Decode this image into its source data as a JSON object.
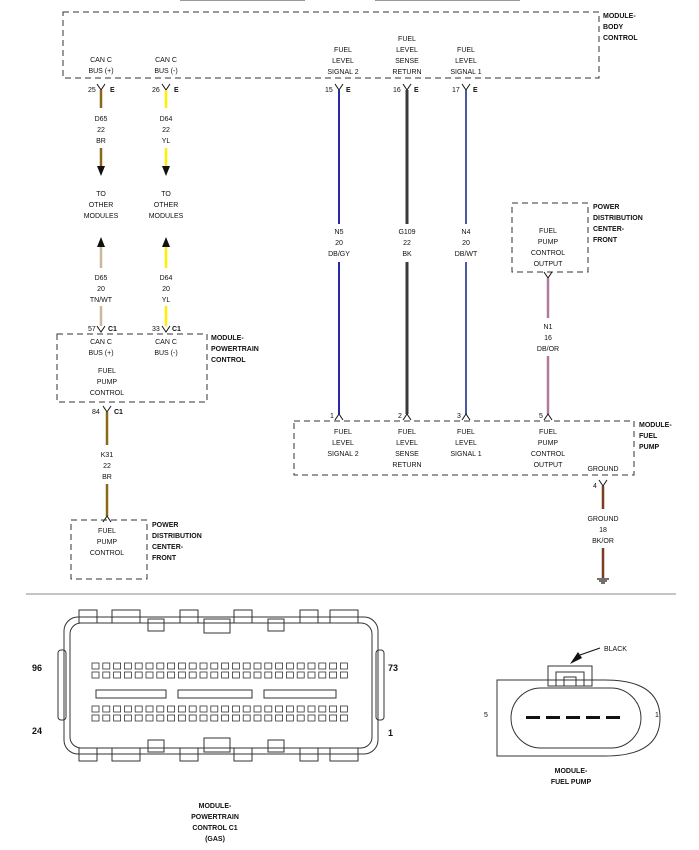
{
  "colors": {
    "brown": "#8b6914",
    "yellow": "#ffee00",
    "tan": "#c9b99b",
    "blue": "#2a2aa8",
    "black": "#3a3a3a",
    "darkblue": "#4a5aa0",
    "darkpink": "#b07aa0",
    "bkor": "#7a3d20"
  },
  "modules": {
    "body_control": [
      "MODULE-",
      "BODY",
      "CONTROL"
    ],
    "powertrain_control": [
      "MODULE-",
      "POWERTRAIN",
      "CONTROL"
    ],
    "pdc_top": [
      "POWER",
      "DISTRIBUTION",
      "CENTER-",
      "FRONT"
    ],
    "pdc_bottom": [
      "POWER",
      "DISTRIBUTION",
      "CENTER-",
      "FRONT"
    ],
    "fuel_pump": [
      "MODULE-",
      "FUEL",
      "PUMP"
    ]
  },
  "bcm_pins": [
    {
      "lines": [
        "CAN C",
        "BUS (+)"
      ],
      "pin": "25",
      "conn": "E"
    },
    {
      "lines": [
        "CAN C",
        "BUS (-)"
      ],
      "pin": "26",
      "conn": "E"
    },
    {
      "lines": [
        "FUEL",
        "LEVEL",
        "SIGNAL 2"
      ],
      "pin": "15",
      "conn": "E"
    },
    {
      "lines": [
        "FUEL",
        "LEVEL",
        "SENSE",
        "RETURN"
      ],
      "pin": "16",
      "conn": "E"
    },
    {
      "lines": [
        "FUEL",
        "LEVEL",
        "SIGNAL 1"
      ],
      "pin": "17",
      "conn": "E"
    }
  ],
  "wires_top": [
    {
      "lines": [
        "D65",
        "22",
        "BR"
      ]
    },
    {
      "lines": [
        "D64",
        "22",
        "YL"
      ]
    }
  ],
  "to_other": [
    "TO",
    "OTHER",
    "MODULES"
  ],
  "wires_mid": [
    {
      "lines": [
        "D65",
        "20",
        "TN/WT"
      ]
    },
    {
      "lines": [
        "D64",
        "20",
        "YL"
      ]
    }
  ],
  "pcm_pins": [
    {
      "lines": [
        "CAN C",
        "BUS (+)"
      ],
      "pin": "57",
      "conn": "C1"
    },
    {
      "lines": [
        "CAN C",
        "BUS (-)"
      ],
      "pin": "33",
      "conn": "C1"
    }
  ],
  "pcm_fp_control": [
    "FUEL",
    "PUMP",
    "CONTROL"
  ],
  "pcm_fp_pin": {
    "pin": "84",
    "conn": "C1"
  },
  "wire_k31": [
    "K31",
    "22",
    "BR"
  ],
  "pdc_bottom_inner": [
    "FUEL",
    "PUMP",
    "CONTROL"
  ],
  "wires_fuel": [
    {
      "lines": [
        "N5",
        "20",
        "DB/GY"
      ]
    },
    {
      "lines": [
        "G109",
        "22",
        "BK"
      ]
    },
    {
      "lines": [
        "N4",
        "20",
        "DB/WT"
      ]
    }
  ],
  "pdc_top_inner": [
    "FUEL",
    "PUMP",
    "CONTROL",
    "OUTPUT"
  ],
  "wire_n1": [
    "N1",
    "16",
    "DB/OR"
  ],
  "fpm_pins": [
    {
      "pin": "1",
      "lines": [
        "FUEL",
        "LEVEL",
        "SIGNAL 2"
      ]
    },
    {
      "pin": "2",
      "lines": [
        "FUEL",
        "LEVEL",
        "SENSE",
        "RETURN"
      ]
    },
    {
      "pin": "3",
      "lines": [
        "FUEL",
        "LEVEL",
        "SIGNAL 1"
      ]
    },
    {
      "pin": "5",
      "lines": [
        "FUEL",
        "PUMP",
        "CONTROL",
        "OUTPUT"
      ]
    }
  ],
  "fpm_ground_label": "GROUND",
  "fpm_ground_pin": "4",
  "wire_ground": [
    "GROUND",
    "18",
    "BK/OR"
  ],
  "pcm_connector": {
    "pin_top_left": "96",
    "pin_top_right": "73",
    "pin_bottom_left": "24",
    "pin_bottom_right": "1",
    "caption": [
      "MODULE-",
      "POWERTRAIN",
      "CONTROL C1",
      "(GAS)"
    ]
  },
  "fp_connector": {
    "color_label": "BLACK",
    "pin_left": "5",
    "pin_right": "1",
    "caption": [
      "MODULE-",
      "FUEL PUMP"
    ]
  }
}
